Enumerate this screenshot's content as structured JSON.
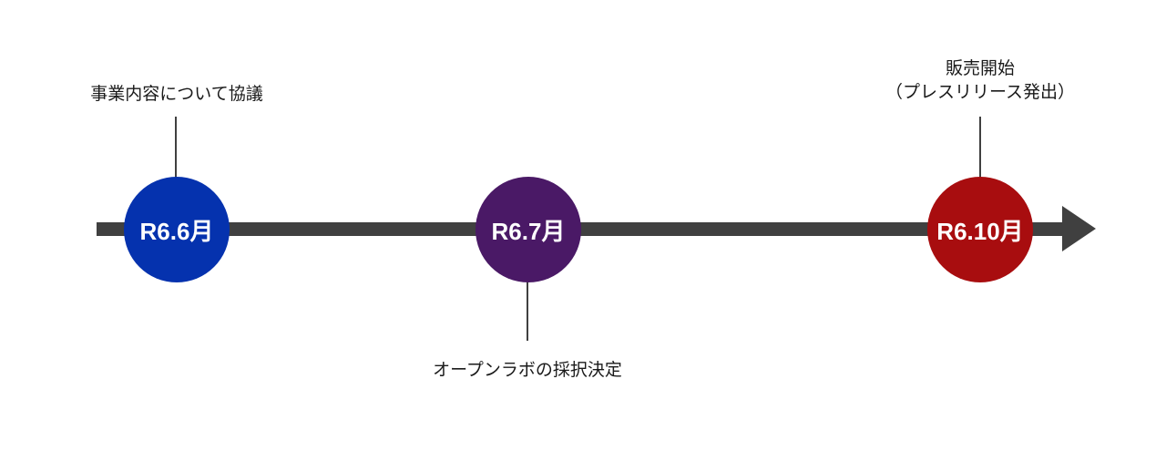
{
  "timeline": {
    "milestones": [
      {
        "date": "R6.6月",
        "color": "#0532AE",
        "event_lines": [
          "事業内容について協議"
        ],
        "label_position": "above"
      },
      {
        "date": "R6.7月",
        "color": "#4A1966",
        "event_lines": [
          "オープンラボの採択決定"
        ],
        "label_position": "below"
      },
      {
        "date": "R6.10月",
        "color": "#A80D0F",
        "event_lines": [
          "販売開始",
          "（プレスリリース発出）"
        ],
        "label_position": "above"
      }
    ],
    "line_color": "#404040"
  }
}
